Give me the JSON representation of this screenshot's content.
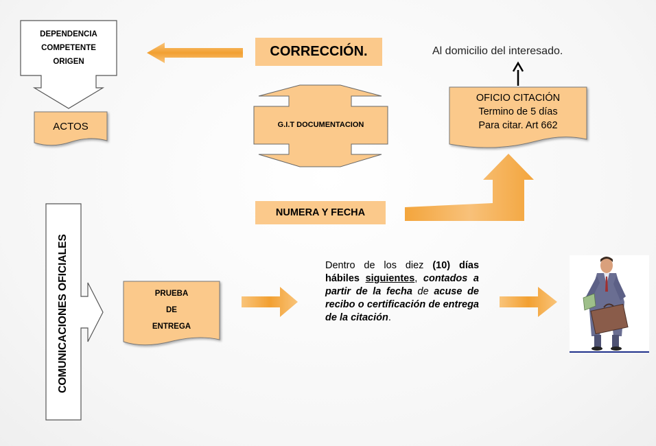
{
  "dependencia": {
    "line1": "DEPENDENCIA",
    "line2": "COMPETENTE",
    "line3": "ORIGEN"
  },
  "actos": "ACTOS",
  "correccion": "CORRECCIÓN.",
  "git": "G.I.T  DOCUMENTACION",
  "domicilio": "Al  domicilio del interesado.",
  "oficio": {
    "line1": "OFICIO CITACIÓN",
    "line2": "Termino de 5 días",
    "line3": "Para citar.  Art 662"
  },
  "numera": "NUMERA Y FECHA",
  "comunicaciones": "COMUNICACIONES OFICIALES",
  "prueba": {
    "line1": "PRUEBA",
    "line2": "DE",
    "line3": "ENTREGA"
  },
  "dentro": {
    "t1": "Dentro de los diez ",
    "t2": "(10)",
    "t3": " días hábiles ",
    "t4": "siguientes",
    "t5": ",",
    "t6": " contados a partir de la fecha",
    "t7": " de ",
    "t8": "acuse de recibo o certificación de entrega de la citación",
    "t9": "."
  },
  "colors": {
    "orange_fill": "#fbc98b",
    "arrow_orange": "#f2a032",
    "arrow_light": "#f8c57a",
    "text": "#000000"
  },
  "icons": [
    "person-with-briefcase-icon"
  ]
}
